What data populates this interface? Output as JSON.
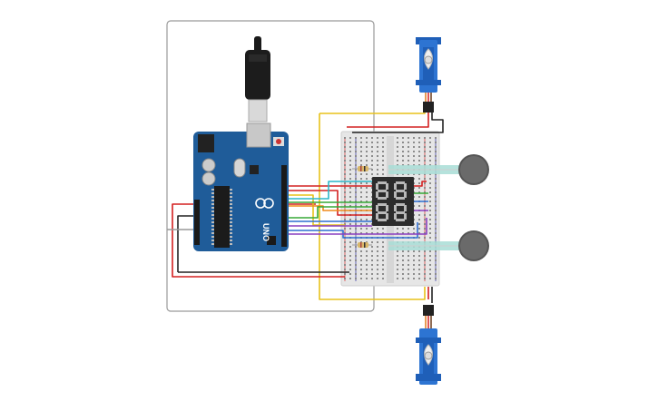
{
  "board": {
    "name": "UNO",
    "brand": "ARDUINO",
    "color": "#1f5c99"
  },
  "display": {
    "digits": "88",
    "segment_color": "#3a3a3a"
  },
  "wires": {
    "red": "#d32020",
    "black": "#222222",
    "yellow": "#e8c21a",
    "green": "#37a836",
    "blue": "#2f6fd1",
    "purple": "#8a3fbf",
    "cyan": "#2bb7c9",
    "orange": "#ef8a1c"
  },
  "components": {
    "servo_top": "servo-motor",
    "servo_bottom": "servo-motor",
    "fsr_top": "force-sensor",
    "fsr_bottom": "force-sensor",
    "breadboard": "breadboard"
  }
}
